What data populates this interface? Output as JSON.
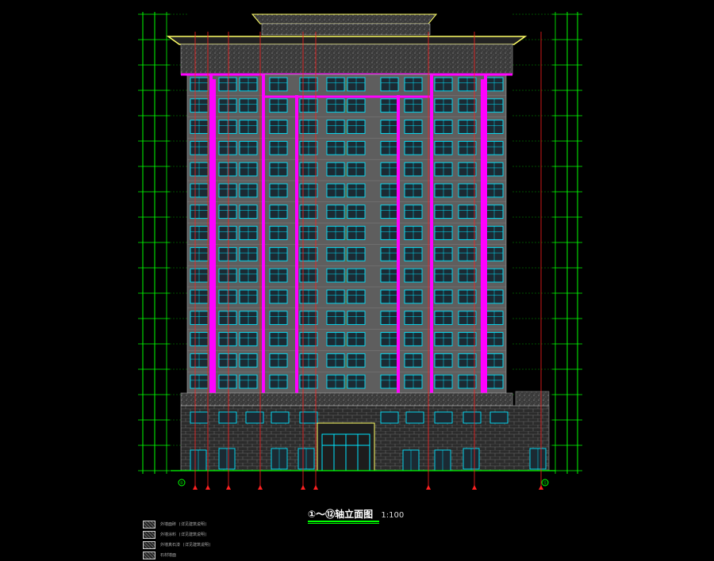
{
  "drawing": {
    "title": "①～⑫轴立面图",
    "scale": "1:100",
    "colors": {
      "background": "#000000",
      "wall": "#6b6b6b",
      "wall_dark": "#4d4d4d",
      "window": "#00e5ff",
      "pillar": "#ff00ff",
      "roof": "#ffff66",
      "dim": "#00ff00",
      "leader": "#ff2020",
      "text": "#ffffff"
    },
    "floors_upper": 15,
    "axis_left_label": "①",
    "axis_right_label": "⑫"
  },
  "legend": [
    {
      "text": "外墙面砖 (详见建筑说明)"
    },
    {
      "text": "外墙涂料 (详见建筑说明)"
    },
    {
      "text": "外墙真石漆 (详见建筑说明)"
    },
    {
      "text": "石材墙面"
    }
  ]
}
